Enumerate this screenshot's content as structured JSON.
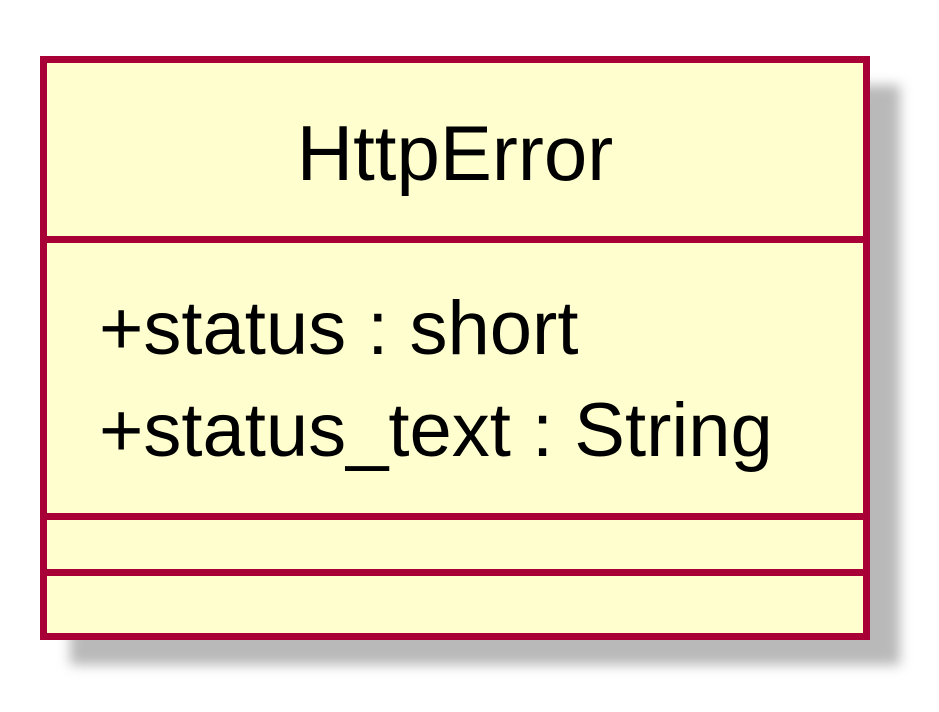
{
  "diagram": {
    "type": "uml-class",
    "colors": {
      "fill": "#FEFECE",
      "border": "#A80036",
      "text": "#000000",
      "shadow": "#b9b9b9"
    },
    "class": {
      "name": "HttpError",
      "attributes": [
        "+status : short",
        "+status_text : String"
      ],
      "methods": []
    }
  }
}
